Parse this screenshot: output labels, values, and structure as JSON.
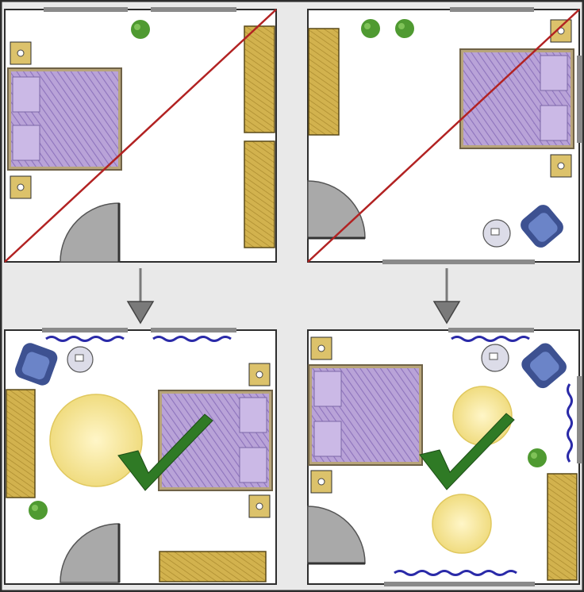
{
  "colors": {
    "frame": "#2d2d2d",
    "page_background": "#e9e9e9",
    "room_floor": "#ffffff",
    "wall_window": "#8a8a8a",
    "bed_fill": "#b9a3d8",
    "bed_hatch": "#8e74bd",
    "bed_frame": "#b8a57a",
    "pillow": "#cbb9e6",
    "wardrobe": "#d2b24e",
    "wardrobe_hatch": "#a9892c",
    "nightstand": "#dcc26b",
    "door_panel": "#a9a9a9",
    "armchair": "#6b84c8",
    "armchair_dark": "#3d5191",
    "coffee_table": "#dcdce8",
    "rug": "#f3e59a",
    "rug_edge": "#e0c85e",
    "plant": "#4f9a31",
    "curtain": "#2a2aa8",
    "cross_line": "#b22222",
    "check_mark": "#2f7a25",
    "arrow": "#7a7a7a"
  },
  "panels": [
    {
      "id": "top-left",
      "verdict": "incorrect",
      "marker_icon": "red-diagonal-cross-icon"
    },
    {
      "id": "top-right",
      "verdict": "incorrect",
      "marker_icon": "red-diagonal-cross-icon"
    },
    {
      "id": "bottom-left",
      "verdict": "correct",
      "marker_icon": "green-checkmark-icon"
    },
    {
      "id": "bottom-right",
      "verdict": "correct",
      "marker_icon": "green-checkmark-icon"
    }
  ],
  "arrows": [
    {
      "from": "top-left",
      "to": "bottom-left",
      "icon": "down-arrow-icon"
    },
    {
      "from": "top-right",
      "to": "bottom-right",
      "icon": "down-arrow-icon"
    }
  ]
}
